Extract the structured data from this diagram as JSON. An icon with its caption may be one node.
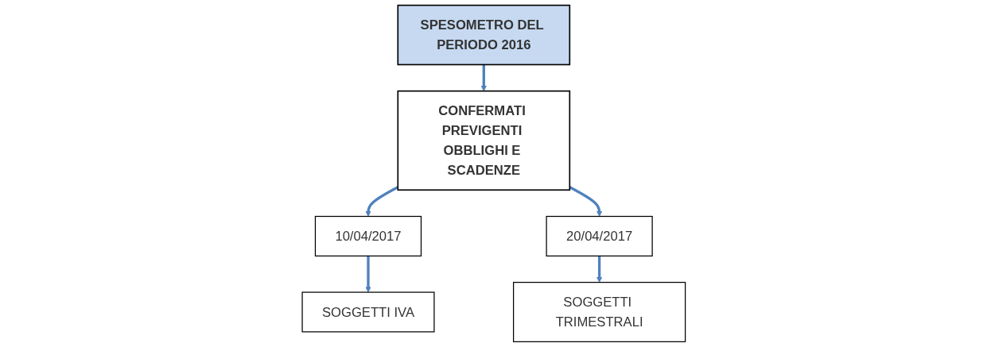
{
  "diagram": {
    "nodes": [
      {
        "text": [
          "SPESOMETRO DEL PERIODO 2016"
        ]
      },
      {
        "text": [
          "CONFERMATI PREVIGENTI OBBLIGHI E SCADENZE"
        ]
      },
      {
        "text": [
          "10/04/2017"
        ]
      },
      {
        "text": [
          "20/04/2017"
        ]
      },
      {
        "text": [
          "SOGGETTI IVA"
        ]
      },
      {
        "text": [
          "SOGGETTI TRIMESTRALI"
        ]
      }
    ],
    "edges": [
      {
        "from": 0,
        "to": 1,
        "arrow": "to"
      },
      {
        "from": 1,
        "to": 2,
        "arrow": "to"
      },
      {
        "from": 1,
        "to": 3,
        "arrow": "to"
      },
      {
        "from": 2,
        "to": 4,
        "arrow": "to"
      },
      {
        "from": 3,
        "to": 5,
        "arrow": "to"
      }
    ]
  }
}
